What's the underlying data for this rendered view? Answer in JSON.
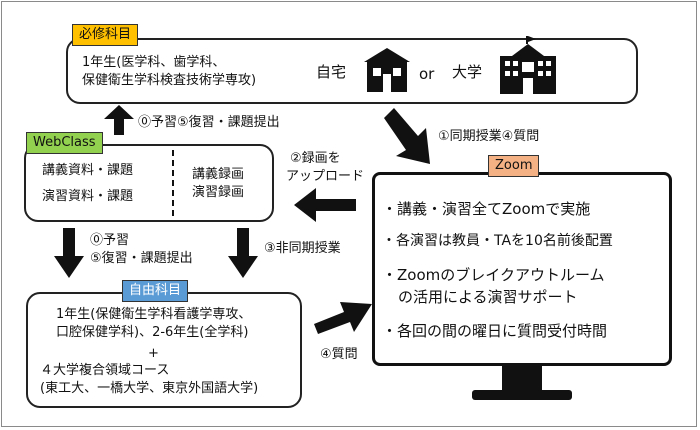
{
  "required": {
    "tag": "必修科目",
    "line1": "1年生(医学科、歯学科、",
    "line2": "保健衛生学科検査技術学専攻)",
    "home": "自宅",
    "or": "or",
    "university": "大学"
  },
  "webclass": {
    "tag": "WebClass",
    "left1": "講義資料・課題",
    "left2": "演習資料・課題",
    "right1": "講義録画",
    "right2": "演習録画"
  },
  "elective": {
    "tag": "自由科目",
    "line1": "1年生(保健衛生学科看護学専攻、",
    "line2": "口腔保健学科)、2-6年生(全学科)",
    "plus": "+",
    "line3": "４大学複合領域コース",
    "line4": "(東工大、一橋大学、東京外国語大学)"
  },
  "zoom": {
    "tag": "Zoom",
    "bullets": [
      "・講義・演習全てZoomで実施",
      "・各演習は教員・TAを10名前後配置",
      "・Zoomのブレイクアウトルーム",
      "の活用による演習サポート",
      "・各回の間の曜日に質問受付時間"
    ]
  },
  "labels": {
    "prep_submit": "⓪予習⑤復習・課題提出",
    "sync_question": "①同期授業④質問",
    "upload_1": "②録画を",
    "upload_2": "アップロード",
    "down_1": "⓪予習",
    "down_2": "⑤復習・課題提出",
    "async": "③非同期授業",
    "question": "④質問"
  }
}
